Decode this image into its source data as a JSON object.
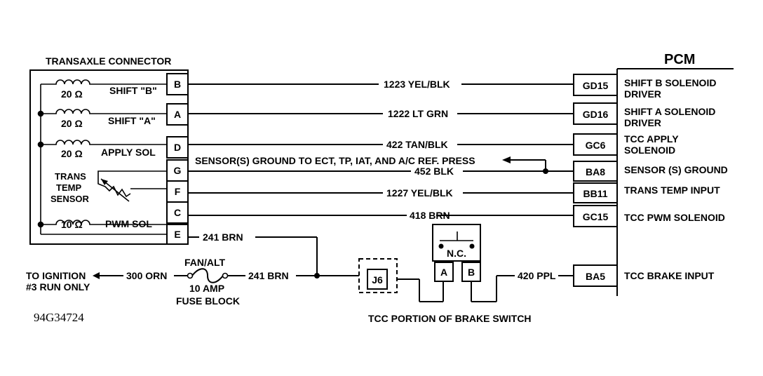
{
  "connector": {
    "title": "TRANSAXLE CONNECTOR",
    "pins": [
      "B",
      "A",
      "D",
      "G",
      "F",
      "C",
      "E"
    ],
    "components": [
      {
        "value": "20 Ω",
        "name": "SHIFT \"B\""
      },
      {
        "value": "20 Ω",
        "name": "SHIFT \"A\""
      },
      {
        "value": "20 Ω",
        "name": "APPLY SOL"
      },
      {
        "value": "10 Ω",
        "name": "PWM SOL"
      }
    ],
    "sensor": [
      "TRANS",
      "TEMP",
      "SENSOR"
    ]
  },
  "pcm": {
    "title": "PCM",
    "terminals": [
      {
        "code": "GD15",
        "label": [
          "SHIFT B SOLENOID",
          "DRIVER"
        ]
      },
      {
        "code": "GD16",
        "label": [
          "SHIFT A SOLENOID",
          "DRIVER"
        ]
      },
      {
        "code": "GC6",
        "label": [
          "TCC APPLY",
          "SOLENOID"
        ]
      },
      {
        "code": "BA8",
        "label": [
          "SENSOR (S) GROUND"
        ]
      },
      {
        "code": "BB11",
        "label": [
          "TRANS TEMP INPUT"
        ]
      },
      {
        "code": "GC15",
        "label": [
          "TCC PWM SOLENOID"
        ]
      },
      {
        "code": "BA5",
        "label": [
          "TCC BRAKE INPUT"
        ]
      }
    ]
  },
  "wires": [
    "1223 YEL/BLK",
    "1222 LT GRN",
    "422 TAN/BLK",
    "452 BLK",
    "1227 YEL/BLK",
    "418 BRN",
    "241 BRN",
    "241 BRN",
    "300 ORN",
    "420 PPL"
  ],
  "sensor_ground_note": "SENSOR(S) GROUND TO ECT, TP, IAT, AND A/C REF. PRESS",
  "ignition": [
    "TO IGNITION",
    "#3 RUN ONLY"
  ],
  "fuse": {
    "name": "FAN/ALT",
    "rating": "10 AMP",
    "block": "FUSE BLOCK"
  },
  "splice": "J6",
  "brake_switch": {
    "nc": "N.C.",
    "term_a": "A",
    "term_b": "B",
    "caption": "TCC PORTION OF BRAKE SWITCH"
  },
  "figure_code": "94G34724"
}
